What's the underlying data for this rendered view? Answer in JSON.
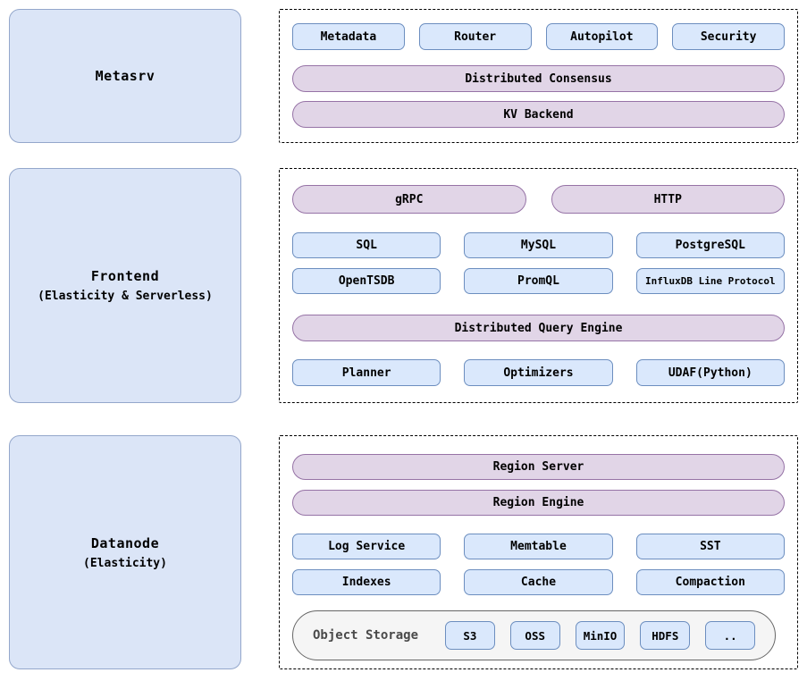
{
  "diagram": {
    "groups": [
      {
        "label": "Metasrv",
        "sublabel": ""
      },
      {
        "label": "Frontend",
        "sublabel": "(Elasticity & Serverless)"
      },
      {
        "label": "Datanode",
        "sublabel": "(Elasticity)"
      }
    ],
    "metasrv": {
      "components": [
        "Metadata",
        "Router",
        "Autopilot",
        "Security"
      ],
      "consensus": "Distributed Consensus",
      "kv_backend": "KV Backend"
    },
    "frontend": {
      "protocols": [
        "gRPC",
        "HTTP"
      ],
      "query_interfaces_row1": [
        "SQL",
        "MySQL",
        "PostgreSQL"
      ],
      "query_interfaces_row2": [
        "OpenTSDB",
        "PromQL",
        "InfluxDB Line Protocol"
      ],
      "query_engine": "Distributed Query Engine",
      "engine_components": [
        "Planner",
        "Optimizers",
        "UDAF(Python)"
      ]
    },
    "datanode": {
      "region_server": "Region Server",
      "region_engine": "Region Engine",
      "engine_parts_row1": [
        "Log Service",
        "Memtable",
        "SST"
      ],
      "engine_parts_row2": [
        "Indexes",
        "Cache",
        "Compaction"
      ],
      "object_storage": {
        "label": "Object Storage",
        "backends": [
          "S3",
          "OSS",
          "MinIO",
          "HDFS",
          ".."
        ]
      }
    },
    "colors": {
      "node_fill": "#dae8fc",
      "node_border": "#6c8ebf",
      "pill_fill": "#e1d5e7",
      "pill_border": "#9673a6",
      "group_fill": "#dbe5f7",
      "group_border": "#94a7cb",
      "storage_fill": "#f5f5f5",
      "storage_border": "#666666",
      "panel_border": "#000000"
    }
  }
}
